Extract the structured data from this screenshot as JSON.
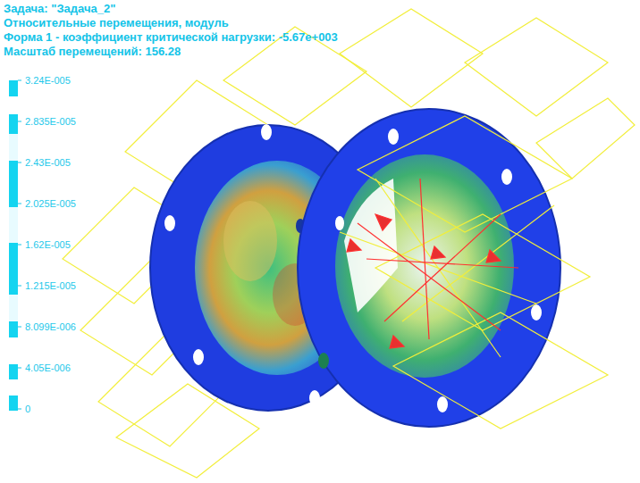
{
  "diagram": {
    "title": "Задача: \"Задача_2\"",
    "labels": [
      "Относительные перемещения, модуль",
      "Форма 1 - коэффициент критической нагрузки: -5.67e+003",
      "Масштаб перемещений: 156.28",
      "3.24E-005",
      "2.835E-005",
      "2.43E-005",
      "2.025E-005",
      "1.62E-005",
      "1.215E-005",
      "8.099E-006",
      "4.05E-006",
      "0"
    ]
  }
}
